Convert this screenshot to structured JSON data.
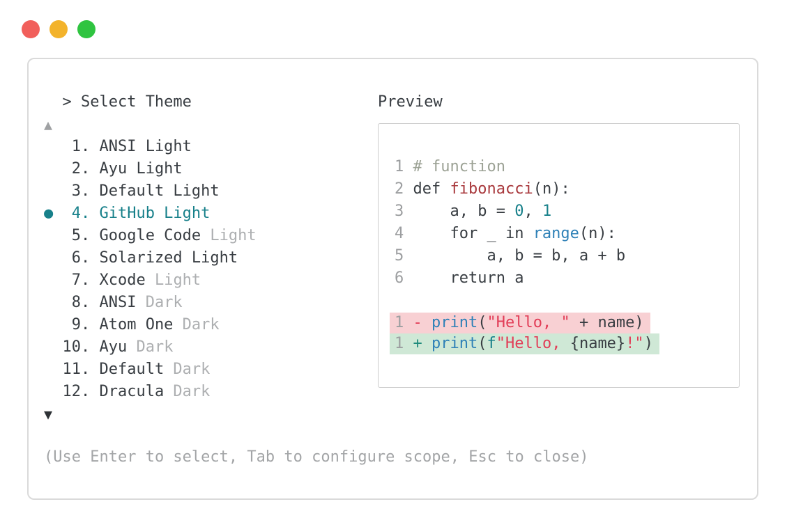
{
  "window": {
    "controls": [
      {
        "name": "close",
        "color": "#f15f5b"
      },
      {
        "name": "minimize",
        "color": "#f3b32b"
      },
      {
        "name": "zoom",
        "color": "#2fc440"
      }
    ]
  },
  "picker": {
    "title": "> Select Theme",
    "scroll_up_icon": "▲",
    "scroll_down_icon": "▼",
    "selected_marker": "●",
    "items": [
      {
        "num": "1",
        "name": "ANSI Light"
      },
      {
        "num": "2",
        "name": "Ayu Light"
      },
      {
        "num": "3",
        "name": "Default Light"
      },
      {
        "num": "4",
        "name": "GitHub Light",
        "selected": true
      },
      {
        "num": "5",
        "name": "Google Code",
        "dim": "Light"
      },
      {
        "num": "6",
        "name": "Solarized Light"
      },
      {
        "num": "7",
        "name": "Xcode",
        "dim": "Light"
      },
      {
        "num": "8",
        "name": "ANSI",
        "dim": "Dark"
      },
      {
        "num": "9",
        "name": "Atom One",
        "dim": "Dark"
      },
      {
        "num": "10",
        "name": "Ayu",
        "dim": "Dark"
      },
      {
        "num": "11",
        "name": "Default",
        "dim": "Dark"
      },
      {
        "num": "12",
        "name": "Dracula",
        "dim": "Dark"
      }
    ],
    "hint": "(Use Enter to select, Tab to configure scope, Esc to close)"
  },
  "preview": {
    "label": "Preview",
    "lines": [
      {
        "num": "1",
        "tokens": [
          [
            "# function",
            "com"
          ]
        ]
      },
      {
        "num": "2",
        "tokens": [
          [
            "def ",
            "d"
          ],
          [
            "fibonacci",
            "fn"
          ],
          [
            "(n):",
            "d"
          ]
        ]
      },
      {
        "num": "3",
        "tokens": [
          [
            "    a, b = ",
            "d"
          ],
          [
            "0",
            "num"
          ],
          [
            ", ",
            "d"
          ],
          [
            "1",
            "num"
          ]
        ]
      },
      {
        "num": "4",
        "tokens": [
          [
            "    for _ in ",
            "d"
          ],
          [
            "range",
            "blt"
          ],
          [
            "(n):",
            "d"
          ]
        ]
      },
      {
        "num": "5",
        "tokens": [
          [
            "        a, b = b, a + b",
            "d"
          ]
        ]
      },
      {
        "num": "6",
        "tokens": [
          [
            "    return a",
            "d"
          ]
        ]
      },
      {
        "blank": true
      },
      {
        "num": "1",
        "diff": "removed",
        "tokens": [
          [
            "- ",
            "minus"
          ],
          [
            "print",
            "blt"
          ],
          [
            "(",
            "d"
          ],
          [
            "\"Hello, \"",
            "str"
          ],
          [
            " + name)",
            "d"
          ]
        ]
      },
      {
        "num": "1",
        "diff": "added",
        "tokens": [
          [
            "+ ",
            "plus"
          ],
          [
            "print",
            "blt"
          ],
          [
            "(",
            "d"
          ],
          [
            "f",
            "fpfx"
          ],
          [
            "\"Hello, ",
            "str"
          ],
          [
            "{name}",
            "d"
          ],
          [
            "!\"",
            "str"
          ],
          [
            ")",
            "d"
          ]
        ]
      }
    ]
  },
  "colors": {
    "accent_teal": "#17808a",
    "text": "#383d42",
    "dim_text": "#a3a5a7",
    "comment": "#9ca295",
    "function_name": "#a93a3e",
    "builtin": "#2f81b7",
    "string": "#e23d57",
    "number_literal": "#17808a",
    "diff_removed_bg": "#f8d0d3",
    "diff_added_bg": "#cfe8d6",
    "traffic_red": "#f15f5b",
    "traffic_yellow": "#f3b32b",
    "traffic_green": "#2fc440"
  }
}
